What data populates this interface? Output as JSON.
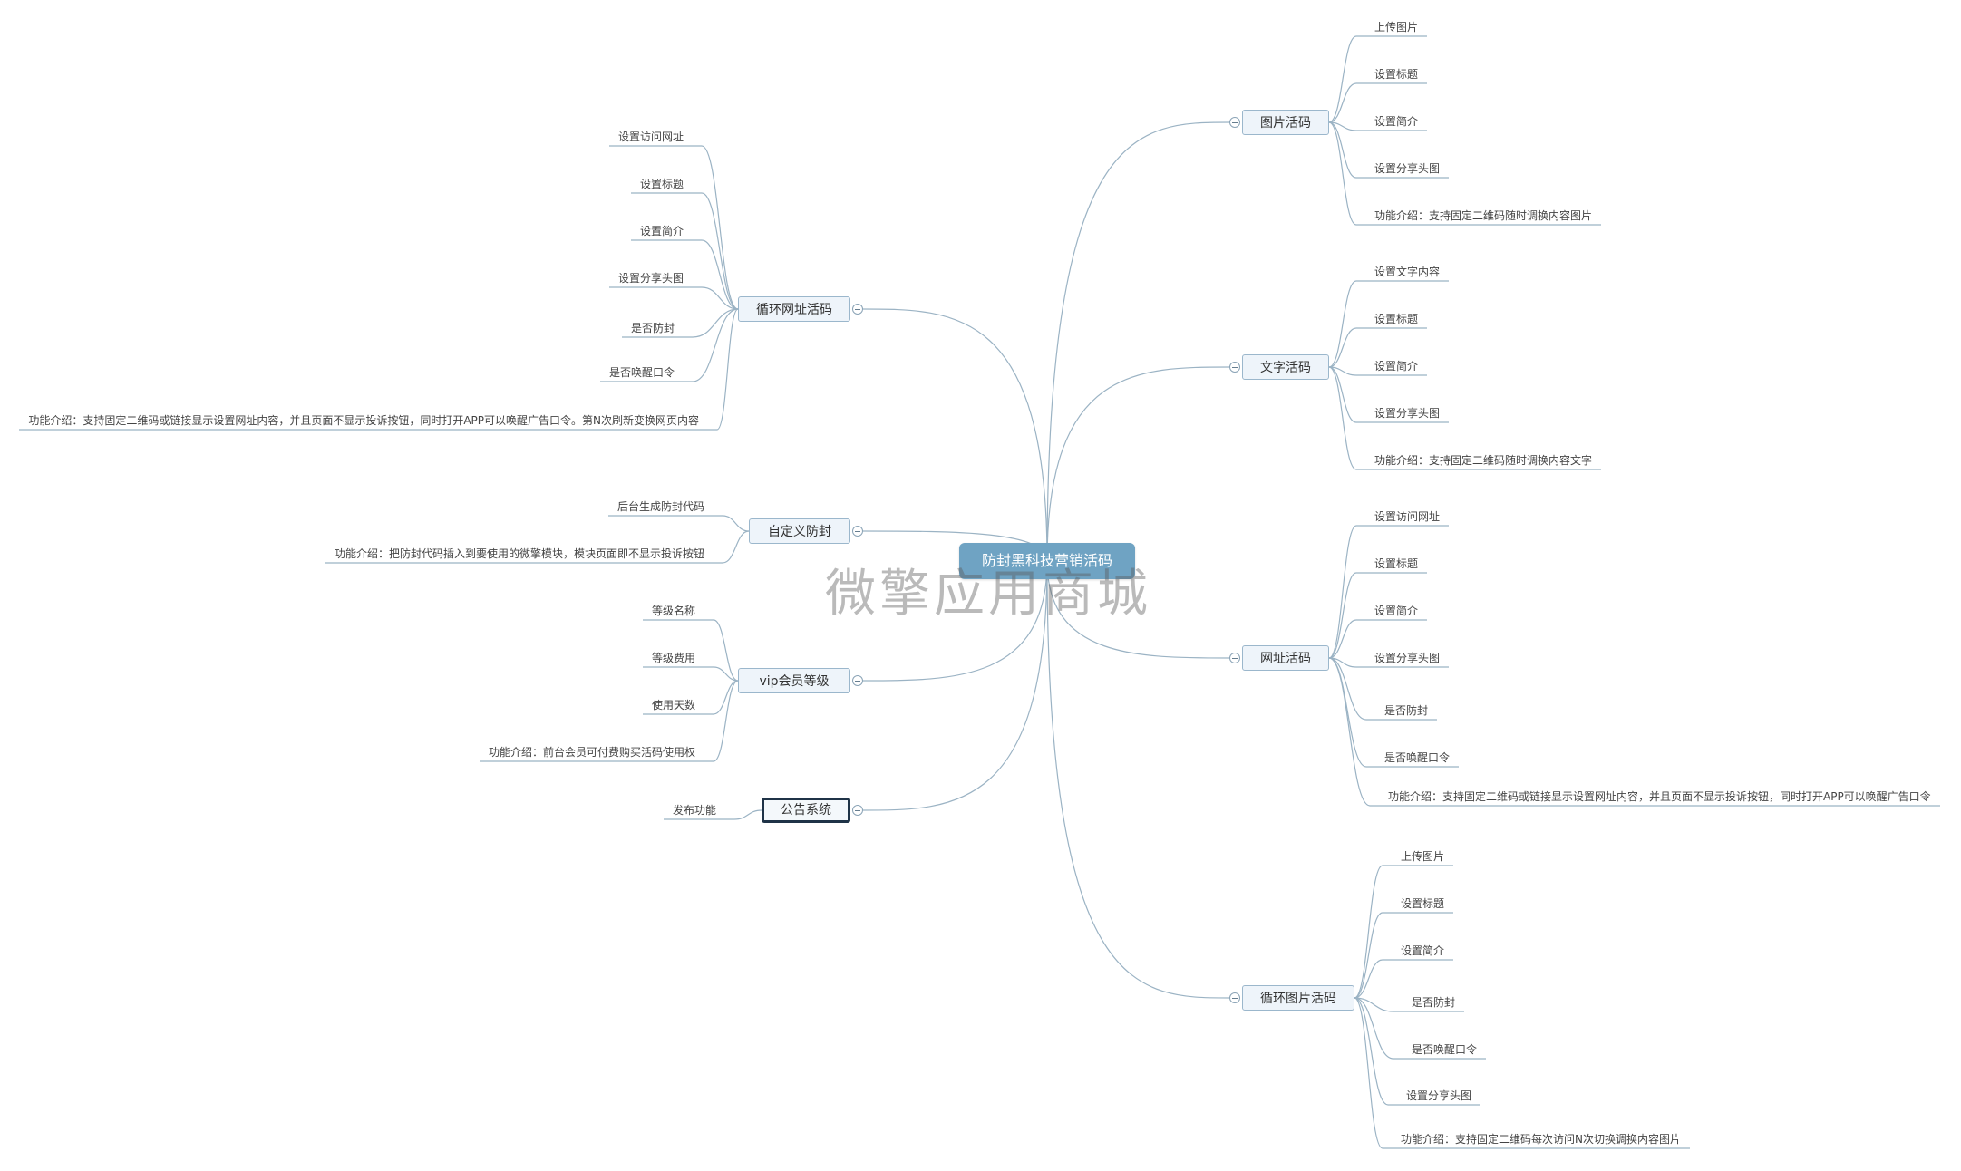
{
  "root": {
    "label": "防封黑科技营销活码"
  },
  "watermark": "微擎应用商城",
  "colors": {
    "root_fill": "#6fa3c3",
    "branch_fill": "#eef4fa",
    "branch_border": "#9bb7cc",
    "line": "#9bb3c4",
    "selected_border": "#1f3347"
  },
  "branches": [
    {
      "id": "tupian",
      "label": "图片活码",
      "side": "right",
      "leaves": [
        "上传图片",
        "设置标题",
        "设置简介",
        "设置分享头图",
        "功能介绍：支持固定二维码随时调换内容图片"
      ]
    },
    {
      "id": "wenzi",
      "label": "文字活码",
      "side": "right",
      "leaves": [
        "设置文字内容",
        "设置标题",
        "设置简介",
        "设置分享头图",
        "功能介绍：支持固定二维码随时调换内容文字"
      ]
    },
    {
      "id": "wangzhi",
      "label": "网址活码",
      "side": "right",
      "leaves": [
        "设置访问网址",
        "设置标题",
        "设置简介",
        "设置分享头图",
        "是否防封",
        "是否唤醒口令",
        "功能介绍：支持固定二维码或链接显示设置网址内容，并且页面不显示投诉按钮，同时打开APP可以唤醒广告口令"
      ]
    },
    {
      "id": "xunhuantupian",
      "label": "循环图片活码",
      "side": "right",
      "leaves": [
        "上传图片",
        "设置标题",
        "设置简介",
        "是否防封",
        "是否唤醒口令",
        "设置分享头图",
        "功能介绍：支持固定二维码每次访问N次切换调换内容图片"
      ]
    },
    {
      "id": "xunhuanwangzhi",
      "label": "循环网址活码",
      "side": "left",
      "leaves": [
        "设置访问网址",
        "设置标题",
        "设置简介",
        "设置分享头图",
        "是否防封",
        "是否唤醒口令",
        "功能介绍：支持固定二维码或链接显示设置网址内容，并且页面不显示投诉按钮，同时打开APP可以唤醒广告口令。第N次刷新变换网页内容"
      ]
    },
    {
      "id": "zidingyi",
      "label": "自定义防封",
      "side": "left",
      "leaves": [
        "后台生成防封代码",
        "功能介绍：把防封代码插入到要使用的微擎模块，模块页面即不显示投诉按钮"
      ]
    },
    {
      "id": "vip",
      "label": "vip会员等级",
      "side": "left",
      "leaves": [
        "等级名称",
        "等级费用",
        "使用天数",
        "功能介绍：前台会员可付费购买活码使用权"
      ]
    },
    {
      "id": "gonggao",
      "label": "公告系统",
      "side": "left",
      "selected": true,
      "leaves": [
        "发布功能"
      ]
    }
  ]
}
